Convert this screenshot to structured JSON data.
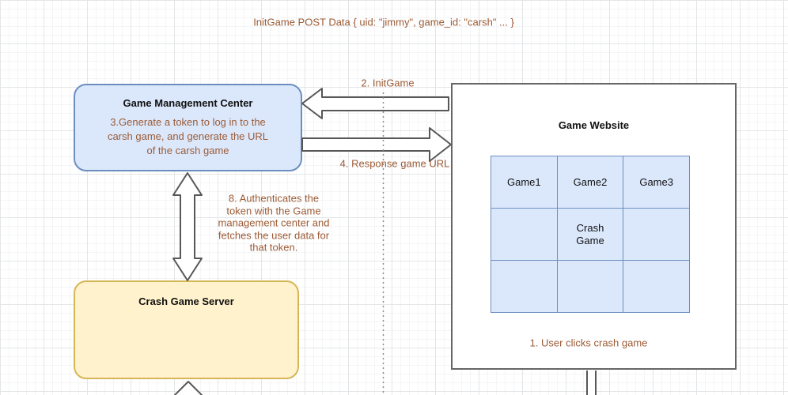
{
  "colors": {
    "brown_text": "#9c5b35",
    "blue_fill": "#dbe8fc",
    "blue_border": "#6c8ebf",
    "yellow_fill": "#fff2cc",
    "yellow_border": "#d6b656",
    "website_border": "#666666",
    "arrow_stroke": "#575757",
    "grid_minor": "#f4f5f6",
    "grid_major": "#e3e6e8"
  },
  "top_annotation": "InitGame POST Data { uid: \"jimmy\", game_id: \"carsh\" ... }",
  "gmc": {
    "title": "Game Management Center",
    "body": "3.Generate a token to log in to the\ncarsh game, and generate the URL\nof the carsh game"
  },
  "crash_server": {
    "title": "Crash Game Server"
  },
  "website": {
    "title": "Game Website",
    "grid": [
      [
        "Game1",
        "Game2",
        "Game3"
      ],
      [
        "",
        "Crash\nGame",
        ""
      ],
      [
        "",
        "",
        ""
      ]
    ],
    "caption": "1. User clicks crash game"
  },
  "labels": {
    "init_game": "2. InitGame",
    "response_url": "4. Response game URL",
    "auth_note": "8. Authenticates the\ntoken with the Game\nmanagement center and\nfetches the user data for\nthat token."
  }
}
